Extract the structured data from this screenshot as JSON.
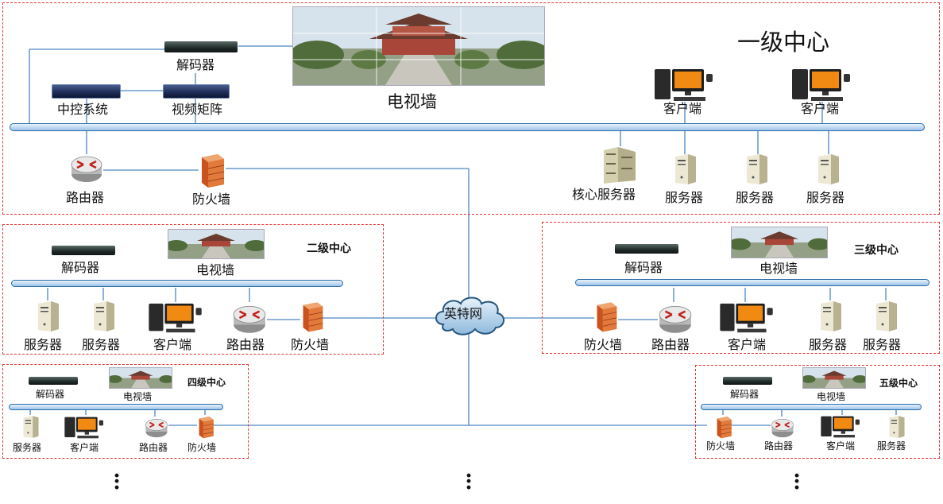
{
  "centers": {
    "l1": {
      "title": "一级中心",
      "decoder": "解码器",
      "central_control": "中控系统",
      "video_matrix": "视频矩阵",
      "tv_wall": "电视墙",
      "router": "路由器",
      "firewall": "防火墙",
      "core_server": "核心服务器",
      "server": "服务器",
      "client": "客户端"
    },
    "l2": {
      "title": "二级中心",
      "decoder": "解码器",
      "tv_wall": "电视墙",
      "server": "服务器",
      "client": "客户端",
      "router": "路由器",
      "firewall": "防火墙"
    },
    "l3": {
      "title": "三级中心",
      "decoder": "解码器",
      "tv_wall": "电视墙",
      "server": "服务器",
      "client": "客户端",
      "router": "路由器",
      "firewall": "防火墙"
    },
    "l4": {
      "title": "四级中心",
      "decoder": "解码器",
      "tv_wall": "电视墙",
      "server": "服务器",
      "client": "客户端",
      "router": "路由器",
      "firewall": "防火墙"
    },
    "l5": {
      "title": "五级中心",
      "decoder": "解码器",
      "tv_wall": "电视墙",
      "server": "服务器",
      "client": "客户端",
      "router": "路由器",
      "firewall": "防火墙"
    }
  },
  "network": {
    "name": "英特网"
  },
  "colors": {
    "panel_border": "#e03535",
    "bus": "#2c6da8",
    "wire": "#4d87c2"
  }
}
